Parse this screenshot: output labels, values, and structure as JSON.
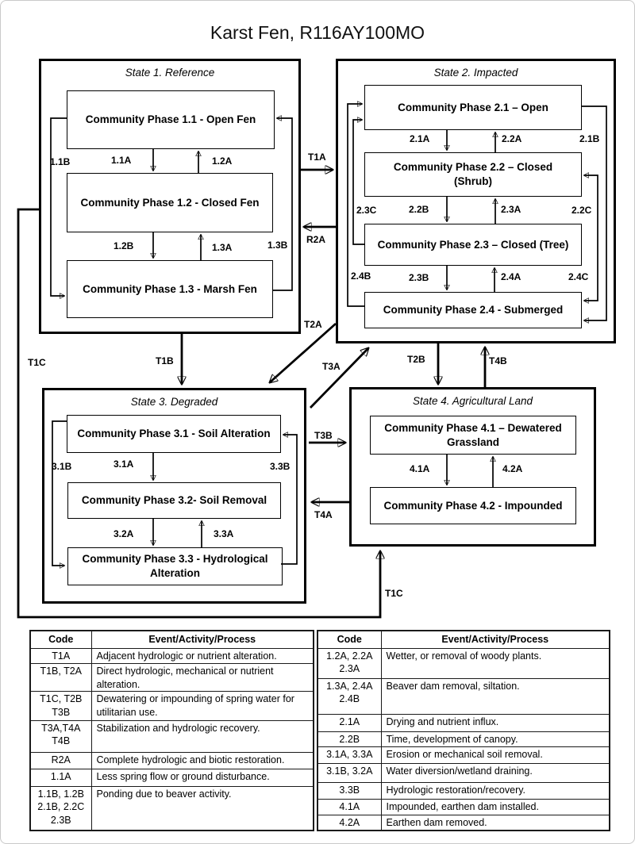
{
  "page": {
    "title": "Karst Fen, R116AY100MO"
  },
  "states": {
    "s1": {
      "title": "State 1. Reference",
      "phases": [
        {
          "label": "Community Phase 1.1 - Open Fen"
        },
        {
          "label": "Community Phase 1.2 - Closed Fen"
        },
        {
          "label": "Community Phase 1.3 - Marsh Fen"
        }
      ]
    },
    "s2": {
      "title": "State 2. Impacted",
      "phases": [
        {
          "label": "Community Phase 2.1 – Open"
        },
        {
          "label": "Community Phase 2.2 – Closed (Shrub)"
        },
        {
          "label": "Community Phase 2.3 – Closed (Tree)"
        },
        {
          "label": "Community Phase 2.4 - Submerged"
        }
      ]
    },
    "s3": {
      "title": "State 3. Degraded",
      "phases": [
        {
          "label": "Community Phase 3.1 - Soil Alteration"
        },
        {
          "label": "Community Phase 3.2- Soil Removal"
        },
        {
          "label": "Community Phase 3.3 - Hydrological Alteration"
        }
      ]
    },
    "s4": {
      "title": "State 4. Agricultural Land",
      "phases": [
        {
          "label": "Community Phase 4.1 – Dewatered Grassland"
        },
        {
          "label": "Community Phase 4.2 - Impounded"
        }
      ]
    }
  },
  "labels": {
    "p11A": "1.1A",
    "p11B": "1.1B",
    "p12A": "1.2A",
    "p12B": "1.2B",
    "p13A": "1.3A",
    "p13B": "1.3B",
    "p21A": "2.1A",
    "p21B": "2.1B",
    "p22A": "2.2A",
    "p22B": "2.2B",
    "p22C": "2.2C",
    "p23A": "2.3A",
    "p23B": "2.3B",
    "p23C": "2.3C",
    "p24A": "2.4A",
    "p24B": "2.4B",
    "p24C": "2.4C",
    "p31A": "3.1A",
    "p31B": "3.1B",
    "p32A": "3.2A",
    "p33A": "3.3A",
    "p33B": "3.3B",
    "p41A": "4.1A",
    "p42A": "4.2A",
    "tT1A": "T1A",
    "tT1B": "T1B",
    "tT1C": "T1C",
    "tT2A": "T2A",
    "tT2B": "T2B",
    "tT3A": "T3A",
    "tT3B": "T3B",
    "tT4A": "T4A",
    "tT4B": "T4B",
    "tR2A": "R2A"
  },
  "tables": {
    "left": {
      "headers": [
        "Code",
        "Event/Activity/Process"
      ],
      "rows": [
        {
          "codes": [
            "T1A"
          ],
          "event": "Adjacent hydrologic or nutrient alteration."
        },
        {
          "codes": [
            "T1B, T2A"
          ],
          "event": "Direct hydrologic, mechanical or nutrient alteration."
        },
        {
          "codes": [
            "T1C, T2B",
            "T3B"
          ],
          "event": "Dewatering or impounding of spring water for utilitarian use."
        },
        {
          "codes": [
            "T3A,T4A",
            "T4B"
          ],
          "event": "Stabilization and hydrologic recovery."
        },
        {
          "codes": [
            "R2A"
          ],
          "event": "Complete hydrologic and biotic restoration."
        },
        {
          "codes": [
            "1.1A"
          ],
          "event": "Less spring flow or ground disturbance."
        },
        {
          "codes": [
            "1.1B, 1.2B",
            "2.1B, 2.2C",
            "2.3B"
          ],
          "event": "Ponding due to beaver activity."
        }
      ]
    },
    "right": {
      "headers": [
        "Code",
        "Event/Activity/Process"
      ],
      "rows": [
        {
          "codes": [
            "1.2A, 2.2A",
            "2.3A"
          ],
          "event": "Wetter, or removal of woody plants."
        },
        {
          "codes": [
            "1.3A, 2.4A",
            "2.4B"
          ],
          "event": "Beaver dam removal, siltation."
        },
        {
          "codes": [
            "2.1A"
          ],
          "event": "Drying and nutrient influx."
        },
        {
          "codes": [
            "2.2B"
          ],
          "event": "Time, development of canopy."
        },
        {
          "codes": [
            "3.1A, 3.3A"
          ],
          "event": "Erosion or mechanical soil removal."
        },
        {
          "codes": [
            "3.1B, 3.2A"
          ],
          "event": "Water diversion/wetland draining."
        },
        {
          "codes": [
            "3.3B"
          ],
          "event": "Hydrologic restoration/recovery."
        },
        {
          "codes": [
            "4.1A"
          ],
          "event": "Impounded, earthen dam installed."
        },
        {
          "codes": [
            "4.2A"
          ],
          "event": "Earthen dam removed."
        }
      ]
    }
  }
}
